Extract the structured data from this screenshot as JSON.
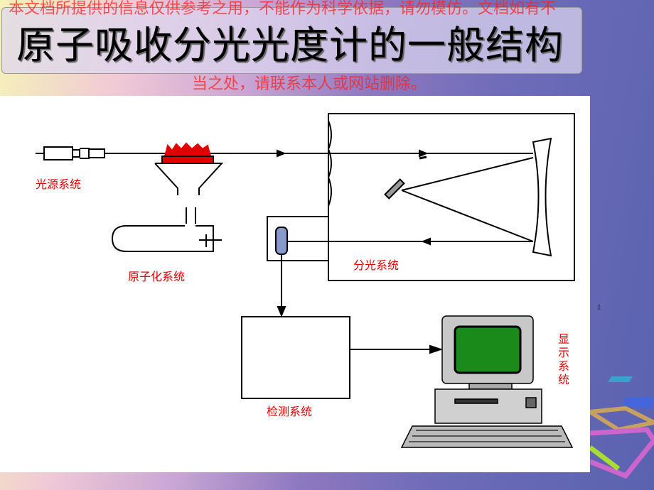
{
  "slide": {
    "title": "原子吸收分光光度计的一般结构",
    "watermark_line1": "本文档所提供的信息仅供参考之用，不能作为科学依据，请勿模仿。文档如有不",
    "watermark_line2": "当之处，请联系本人或网站删除。"
  },
  "diagram": {
    "labels": {
      "light_source": "光源系统",
      "atomizer": "原子化系统",
      "monochromator": "分光系统",
      "detector": "检测系统",
      "display": "显示系统"
    }
  },
  "colors": {
    "label": "#e00000",
    "flame": "#e00000",
    "screen": "#1a8a1a"
  }
}
